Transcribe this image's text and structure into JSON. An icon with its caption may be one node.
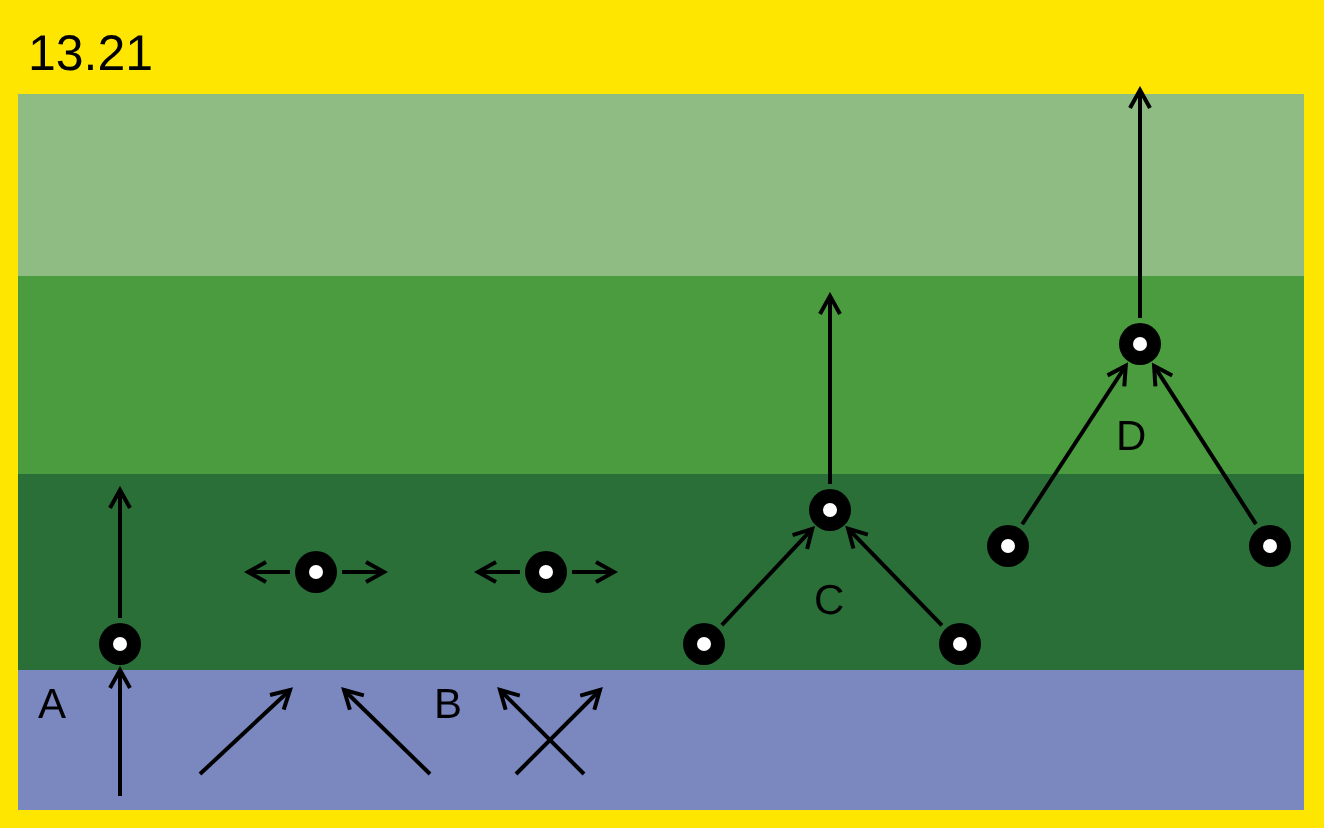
{
  "diagram": {
    "title": "13.21",
    "nodes": [
      {
        "text": [],
        "shape": "circle"
      },
      {
        "text": [],
        "shape": "circle"
      },
      {
        "text": [],
        "shape": "circle"
      },
      {
        "text": [],
        "shape": "circle"
      },
      {
        "text": [],
        "shape": "circle"
      },
      {
        "text": [],
        "shape": "circle"
      },
      {
        "text": [],
        "shape": "circle"
      },
      {
        "text": [],
        "shape": "circle"
      },
      {
        "text": [],
        "shape": "circle"
      }
    ],
    "edges": [
      {
        "from": 6,
        "to": 7,
        "arrow": "to"
      },
      {
        "from": 8,
        "to": 7,
        "arrow": "to"
      },
      {
        "from": 7,
        "to": null,
        "arrow": "to"
      },
      {
        "from": 3,
        "to": 4,
        "arrow": "to"
      },
      {
        "from": 5,
        "to": 4,
        "arrow": "to"
      },
      {
        "from": 4,
        "to": null,
        "arrow": "to"
      },
      {
        "from": 1,
        "to": null,
        "arrow": "to"
      },
      {
        "from": 1,
        "to": null,
        "arrow": "to"
      },
      {
        "from": 2,
        "to": null,
        "arrow": "to"
      },
      {
        "from": 2,
        "to": null,
        "arrow": "to"
      },
      {
        "from": null,
        "to": 0,
        "arrow": "to"
      },
      {
        "from": 0,
        "to": null,
        "arrow": "to"
      }
    ],
    "labels": [
      "A",
      "B",
      "C",
      "D"
    ]
  }
}
